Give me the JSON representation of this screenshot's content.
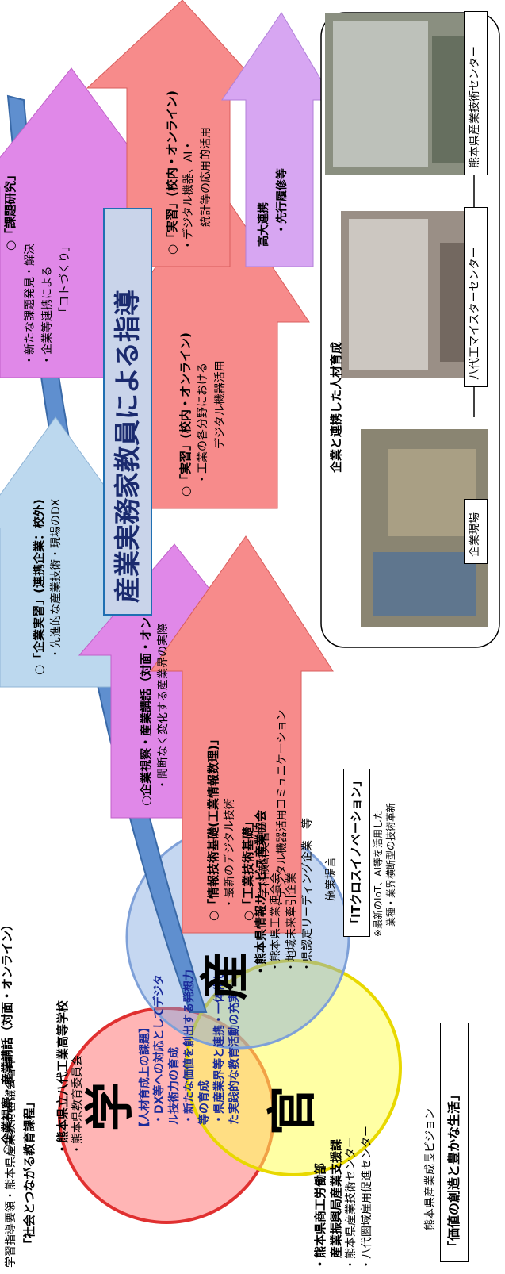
{
  "header": {
    "text": "学習指導要領・熊本県産業教育審議会答申",
    "title": "「社会とつながる教育課程」"
  },
  "gaku": {
    "label": "学",
    "school": "・熊本県立八代工業高等学校",
    "board": "・熊本県教育委員会"
  },
  "issues": {
    "title": "【人材育成上の課題】",
    "items": [
      "・DX等への対応としてデジタ",
      "ル技術力の育成",
      "・新たな価値を創出する発想力",
      "等の育成",
      "・県産業界等と連携・一体化し",
      "た実践的な教育活動の充実"
    ]
  },
  "kan": {
    "label": "官",
    "dept": "・熊本県商工労働部",
    "dept2": "産業振興局産業支援課",
    "center1": "・熊本県産業技術センター",
    "center2": "・八代圏域雇用促進センター"
  },
  "vision": {
    "caption": "熊本県産業成長ビジョン",
    "title": "「価値の創造と豊かな生活」"
  },
  "san": {
    "label": "産",
    "org": "・熊本県情報サービス産業協会",
    "members": [
      "・熊本県工業連合会",
      "・地域未来牽引企業",
      "・県認定リーディング企業　等"
    ]
  },
  "proposal": {
    "caption": "施策提言",
    "title": "「ITクロスイノベーション」",
    "note1": "※最新のIoT、AI等を活用した",
    "note2": "業種・業界横断型の技術革新"
  },
  "programs": {
    "kengaku": {
      "title": "○企業視察・産業講話（対面・オンライン）",
      "desc": "・間断なく変化する産業界の実際"
    },
    "jouhou": {
      "title": "○「情報技術基礎(工業情報数理)」",
      "desc": "・最新のデジタル技術"
    },
    "kougyou": {
      "title": "○「工業技術基礎」",
      "desc1": "・学科横断実習",
      "desc2": "・デジタル機器活用コミュニケーション"
    },
    "kigyou_jisshu": {
      "title": "○「企業実習」(連携企業：校外)",
      "desc": "・先進的な産業技術・現場のDX"
    },
    "jisshu1": {
      "title": "○「実習」(校内・オンライン)",
      "desc1": "・工業の各分野における",
      "desc2": "デジタル機器活用"
    },
    "kadai": {
      "title": "○「課題研究」",
      "desc1": "・新たな課題発見・解決",
      "desc2": "・企業等連携による",
      "desc3": "「コトづくり」"
    },
    "jisshu2": {
      "title": "○「実習」(校内・オンライン)",
      "desc1": "・デジタル機器、AI・",
      "desc2": "統計等の応用的活用"
    },
    "kodai": {
      "line1": "高大連携",
      "line2": "・先行履修等"
    }
  },
  "center": {
    "title": "産業実務家教員による指導"
  },
  "partners": {
    "title": "企業と連携した人材育成",
    "items": [
      "企業現場",
      "八代工マイスターセンター",
      "熊本県産業技術センター"
    ]
  },
  "colors": {
    "red_arrow": "#f78b8b",
    "magenta_arrow": "#e088e8",
    "blue_arrow": "#bcd8ee",
    "teacher_box_border": "#1f6fb2"
  }
}
